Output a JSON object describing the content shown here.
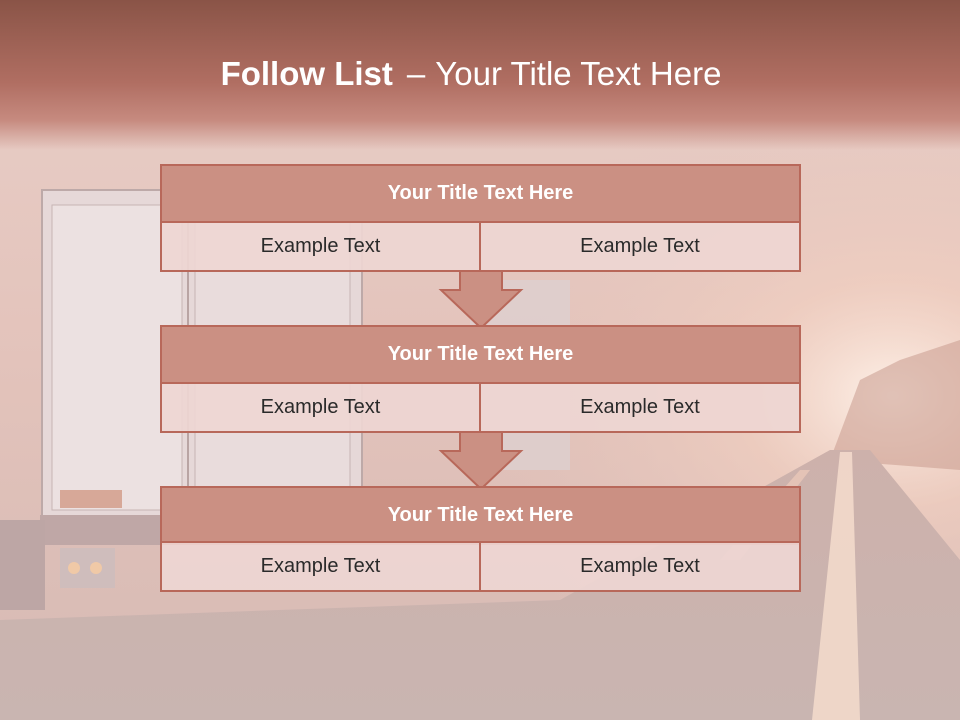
{
  "slide": {
    "title_bold": "Follow List",
    "title_dash": "–",
    "title_rest": "Your Title Text Here"
  },
  "blocks": [
    {
      "title": "Your Title Text Here",
      "left": "Example Text",
      "right": "Example Text"
    },
    {
      "title": "Your Title Text Here",
      "left": "Example Text",
      "right": "Example Text"
    },
    {
      "title": "Your Title Text Here",
      "left": "Example Text",
      "right": "Example Text"
    }
  ],
  "colors": {
    "accent": "#b8685a",
    "title_fill": "#cb9083",
    "cell_fill": "#eed6d3",
    "header": "#a4665a"
  }
}
